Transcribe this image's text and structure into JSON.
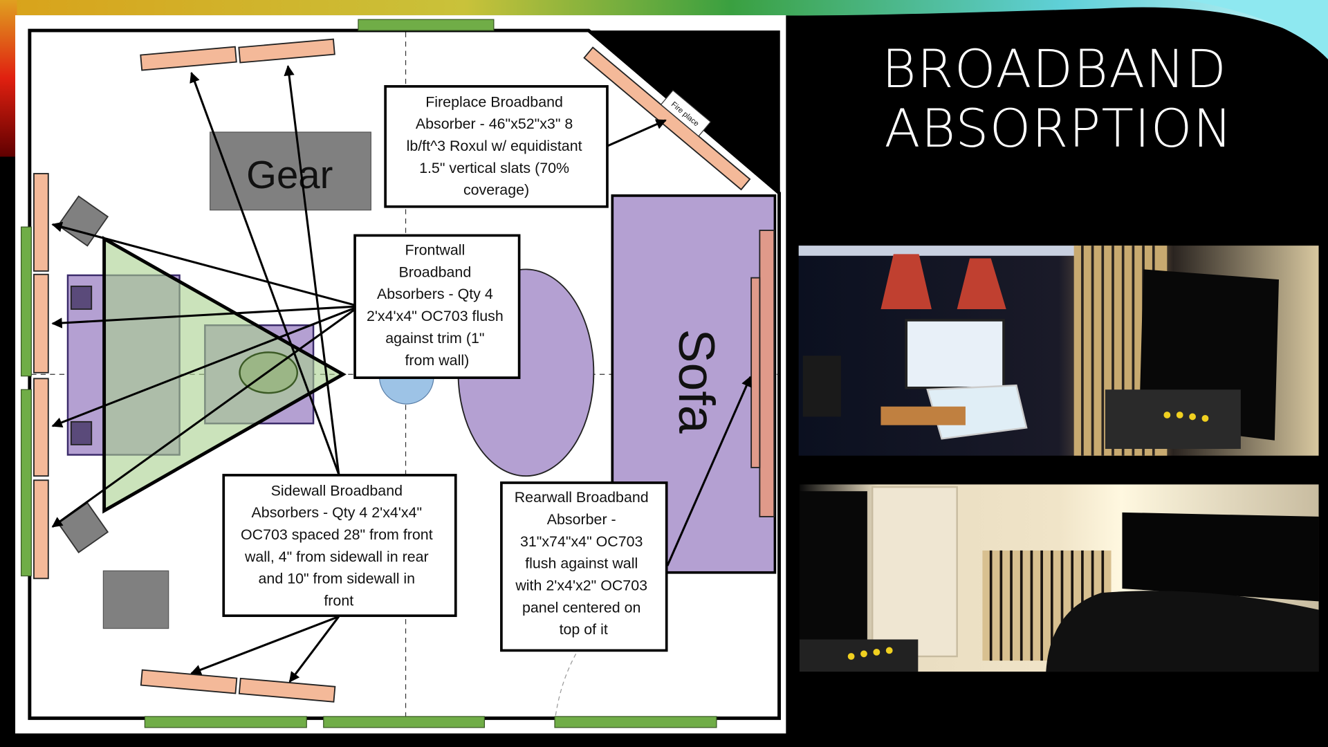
{
  "slide": {
    "title_lines": [
      "BROADBAND",
      "ABSORPTION"
    ]
  },
  "diagram": {
    "gear_label": "Gear",
    "sofa_label": "Sofa",
    "fireplace_tag": "Fire place",
    "boxes": {
      "fireplace": {
        "lines": [
          "Fireplace Broadband",
          "Absorber - 46\"x52\"x3\" 8",
          "lb/ft^3 Roxul w/ equidistant",
          "1.5\" vertical slats (70%",
          "coverage)"
        ]
      },
      "frontwall": {
        "lines": [
          "Frontwall",
          "Broadband",
          "Absorbers - Qty 4",
          "2'x4'x4\" OC703 flush",
          "against trim (1\"",
          "from wall)"
        ]
      },
      "sidewall": {
        "lines": [
          "Sidewall Broadband",
          "Absorbers - Qty 4 2'x4'x4\"",
          "OC703 spaced 28\" from front",
          "wall, 4\" from sidewall in rear",
          "and 10\" from sidewall in",
          "front"
        ]
      },
      "rearwall": {
        "lines": [
          "Rearwall Broadband",
          "Absorber -",
          "31\"x74\"x4\" OC703",
          "flush against wall",
          "with 2'x4'x2\" OC703",
          "panel centered on",
          "top of it"
        ]
      }
    },
    "colors": {
      "absorber": "#f4b999",
      "window": "#70ad47",
      "furniture": "#b4a0d2",
      "gear": "#808080",
      "listening_triangle": "#a9d18e"
    }
  },
  "photos": [
    {
      "icon": "studio-desk-photo"
    },
    {
      "icon": "rear-wall-sofa-photo"
    }
  ]
}
